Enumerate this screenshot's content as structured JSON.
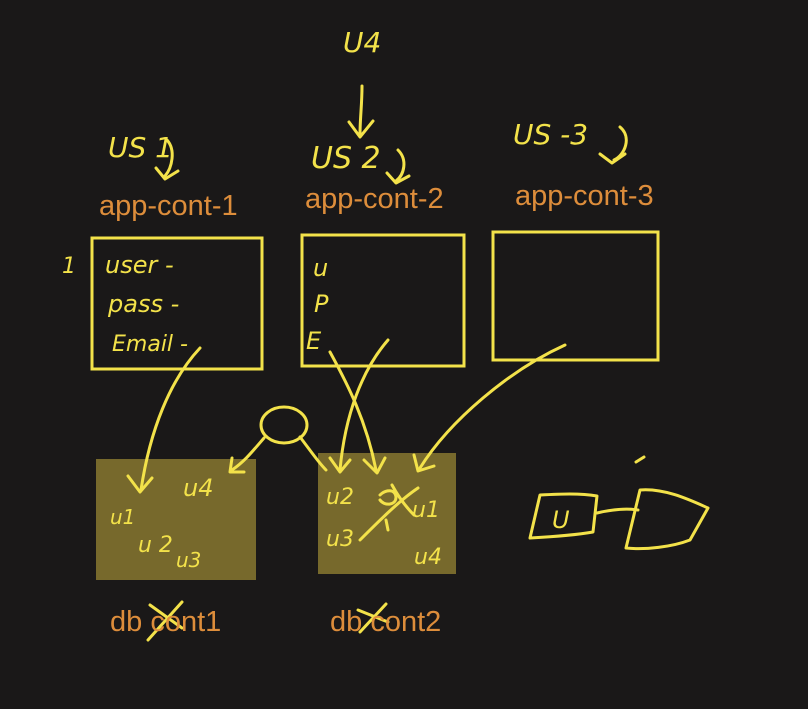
{
  "labels": {
    "app1": "app-cont-1",
    "app2": "app-cont-2",
    "app3": "app-cont-3",
    "db1": "db cont1",
    "db2": "db cont2"
  },
  "handwriting": {
    "top_u4": "U4",
    "us1": "US 1",
    "us2": "US 2",
    "us3": "US -3",
    "row_number": "1",
    "form_user": "user -",
    "form_pass": "pass -",
    "form_email": "Email -",
    "form2_u": "u",
    "form2_p": "P",
    "form2_e": "E",
    "db1_u1": "u1",
    "db1_u4": "u4",
    "db1_u2": "u 2",
    "db1_u3": "u3",
    "db2_u2": "u2",
    "db2_u3": "u3",
    "db2_u1": "u1",
    "db2_u4": "u4",
    "side_u": "U"
  },
  "colors": {
    "background": "#1a1818",
    "ink": "#f3e24a",
    "typed_label": "#dd8d3b",
    "db_fill": "#77692c"
  }
}
